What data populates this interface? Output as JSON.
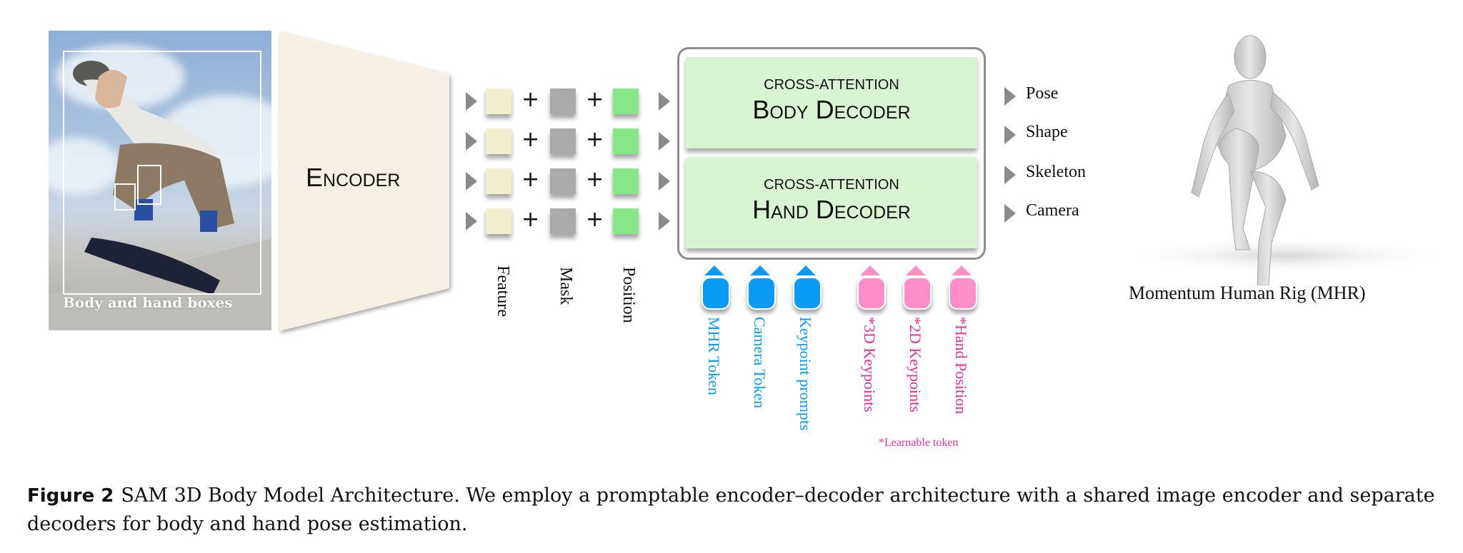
{
  "input_image": {
    "caption": "Body and hand boxes",
    "boxes": [
      "body-box",
      "hand-box-left",
      "hand-box-right"
    ]
  },
  "encoder": {
    "label": "Encoder"
  },
  "token_rows": {
    "row_count": 4,
    "operator": "+",
    "column_labels": [
      "Feature",
      "Mask",
      "Position"
    ],
    "colors": {
      "feature": "#f2efcf",
      "mask": "#aaaaaa",
      "position": "#88e888"
    }
  },
  "decoders": [
    {
      "kind": "CROSS-ATTENTION",
      "name": "Body Decoder"
    },
    {
      "kind": "CROSS-ATTENTION",
      "name": "Hand Decoder"
    }
  ],
  "decoder_fill": "#d8f5d2",
  "outputs": [
    "Pose",
    "Shape",
    "Skeleton",
    "Camera"
  ],
  "prompt_tokens": [
    {
      "label": "MHR Token",
      "color": "#0a9bf5"
    },
    {
      "label": "Camera Token",
      "color": "#0a9bf5"
    },
    {
      "label": "Keypoint prompts",
      "color": "#0a9bf5"
    },
    {
      "label": "*3D Keypoints",
      "color": "#ff8fc6"
    },
    {
      "label": "*2D Keypoints",
      "color": "#ff8fc6"
    },
    {
      "label": "*Hand Position",
      "color": "#ff8fc6"
    }
  ],
  "learnable_note": "*Learnable token",
  "mhr": {
    "label": "Momentum Human Rig (MHR)"
  },
  "caption": {
    "figure_label": "Figure 2",
    "text": "SAM 3D Body Model Architecture. We employ a promptable encoder–decoder architecture with a shared image encoder and separate decoders for body and hand pose estimation."
  }
}
